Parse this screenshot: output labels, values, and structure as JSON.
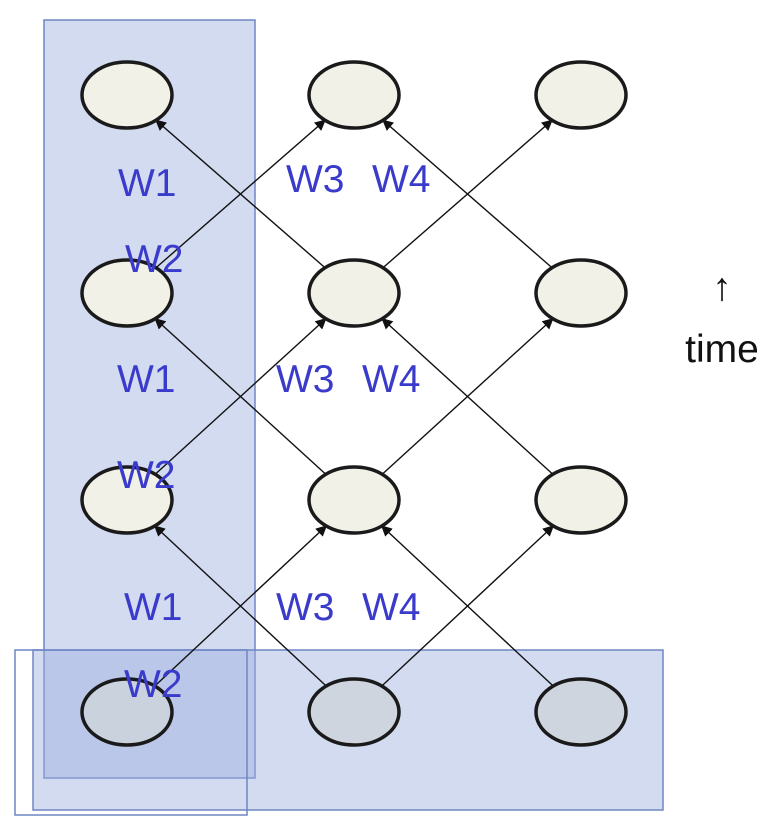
{
  "colors": {
    "column_highlight": "#9db0e0",
    "row_highlight": "#9db0e0",
    "hidden_node_fill": "#f1f1e8",
    "input_node_fill": "#cdd3dc",
    "node_stroke": "#1a1a1a",
    "edge_stroke": "#111111",
    "weight_text": "#3a3acb",
    "time_text": "#111111"
  },
  "layers": [
    {
      "row": 0,
      "nodes": [
        "hidden",
        "hidden",
        "hidden"
      ]
    },
    {
      "row": 1,
      "nodes": [
        "hidden",
        "hidden",
        "hidden"
      ]
    },
    {
      "row": 2,
      "nodes": [
        "hidden",
        "hidden",
        "hidden"
      ]
    },
    {
      "row": 3,
      "nodes": [
        "input",
        "input",
        "input"
      ]
    }
  ],
  "weight_labels": {
    "w1": "W1",
    "w2": "W2",
    "w3": "W3",
    "w4": "W4"
  },
  "time_axis": {
    "arrow": "↑",
    "label": "time"
  }
}
